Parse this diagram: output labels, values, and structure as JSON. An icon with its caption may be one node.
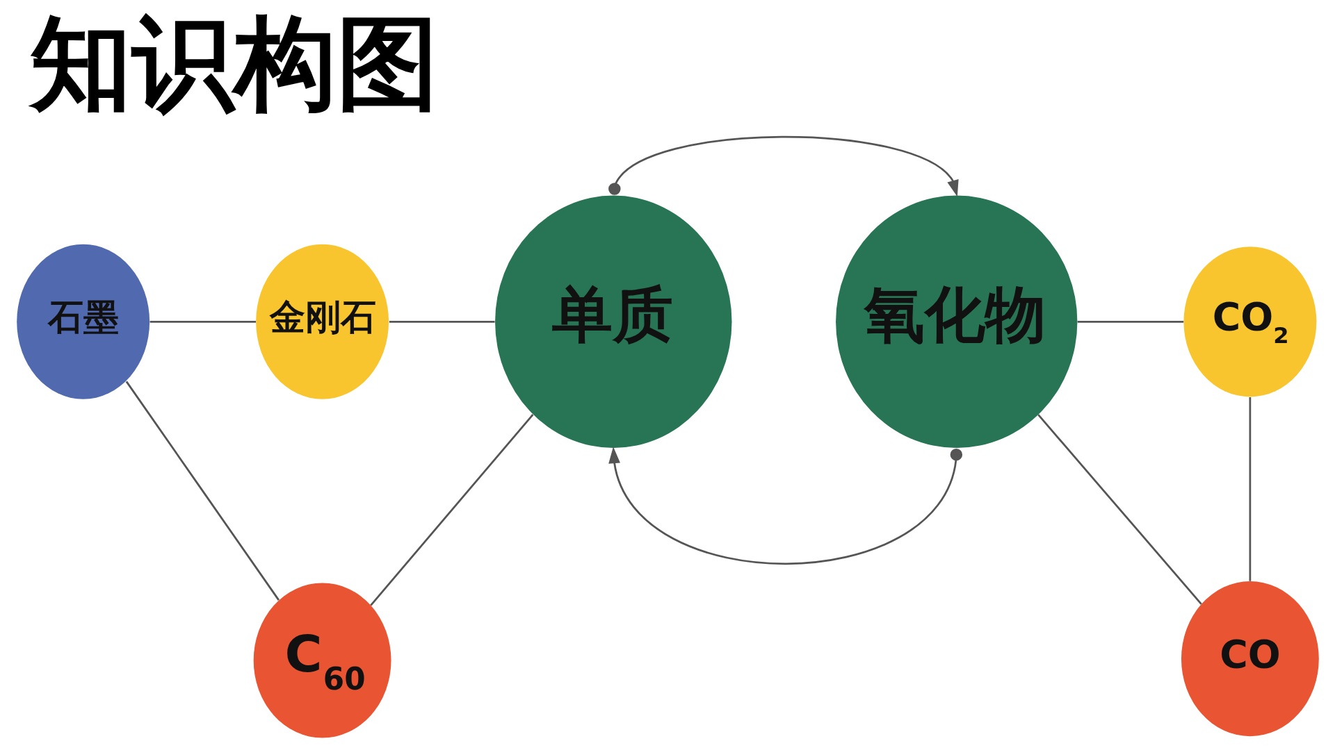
{
  "diagram": {
    "title": "知识构图",
    "nodes": [
      {
        "text": [
          "金刚石"
        ]
      },
      {
        "text": [
          "石墨"
        ]
      },
      {
        "text": [
          "C$_{60}$"
        ]
      },
      {
        "text": [
          "单质"
        ]
      },
      {
        "text": [
          "氧化物"
        ]
      },
      {
        "text": [
          "CO$_{2}$"
        ]
      },
      {
        "text": [
          "CO"
        ]
      }
    ],
    "edges": [
      {
        "from": 0,
        "to": 3,
        "arrow": "none"
      },
      {
        "from": 3,
        "to": 2,
        "arrow": "none"
      },
      {
        "from": 2,
        "to": 1,
        "arrow": "none"
      },
      {
        "from": 1,
        "to": 0,
        "arrow": "none"
      },
      {
        "from": 3,
        "to": 4,
        "arrow": "to"
      },
      {
        "from": 4,
        "to": 3,
        "arrow": "to"
      },
      {
        "from": 4,
        "to": 5,
        "arrow": "none"
      },
      {
        "from": 5,
        "to": 6,
        "arrow": "none"
      },
      {
        "from": 6,
        "to": 4,
        "arrow": "none"
      }
    ]
  }
}
